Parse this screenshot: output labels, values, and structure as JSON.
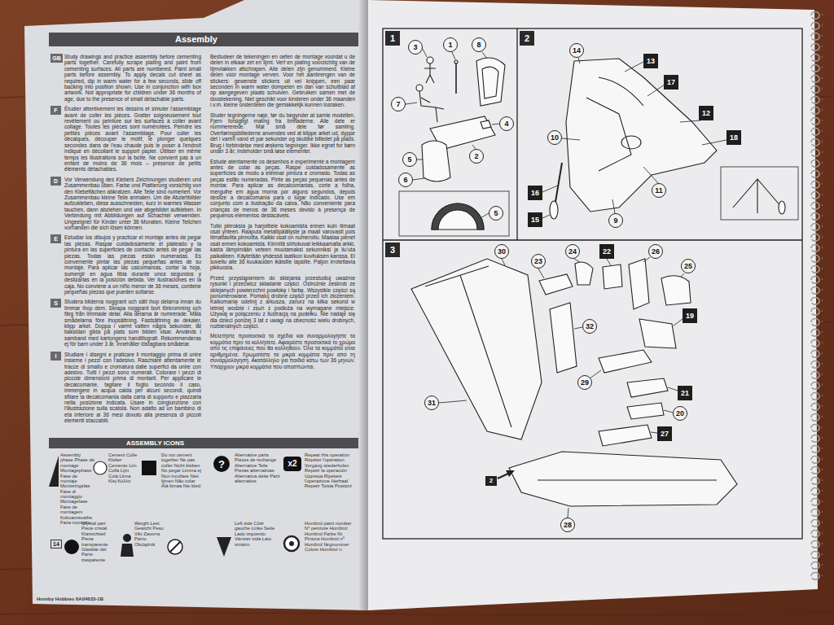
{
  "diagram": {
    "title": "Assembly",
    "nodes": [
      {
        "text": [
          "GB"
        ]
      },
      {
        "text": [
          "F"
        ]
      },
      {
        "text": [
          "D"
        ]
      },
      {
        "text": [
          "E"
        ]
      },
      {
        "text": [
          "S"
        ]
      },
      {
        "text": [
          "I"
        ]
      },
      {
        "text": [
          "ASSEMBLY ICONS"
        ]
      },
      {
        "text": [
          "?"
        ]
      },
      {
        "text": [
          "x2"
        ]
      },
      {
        "text": [
          "14"
        ]
      },
      {
        "text": [
          "1"
        ]
      },
      {
        "text": [
          "3"
        ]
      },
      {
        "text": [
          "1"
        ]
      },
      {
        "text": [
          "8"
        ]
      },
      {
        "text": [
          "7"
        ]
      },
      {
        "text": [
          "4"
        ]
      },
      {
        "text": [
          "5"
        ]
      },
      {
        "text": [
          "2"
        ]
      },
      {
        "text": [
          "6"
        ]
      },
      {
        "text": [
          "5"
        ]
      },
      {
        "text": [
          "2"
        ]
      },
      {
        "text": [
          "14"
        ]
      },
      {
        "text": [
          "13"
        ]
      },
      {
        "text": [
          "17"
        ]
      },
      {
        "text": [
          "12"
        ]
      },
      {
        "text": [
          "18"
        ]
      },
      {
        "text": [
          "10"
        ]
      },
      {
        "text": [
          "11"
        ]
      },
      {
        "text": [
          "16"
        ]
      },
      {
        "text": [
          "15"
        ]
      },
      {
        "text": [
          "9"
        ]
      },
      {
        "text": [
          "3"
        ]
      },
      {
        "text": [
          "30"
        ]
      },
      {
        "text": [
          "24"
        ]
      },
      {
        "text": [
          "22"
        ]
      },
      {
        "text": [
          "23"
        ]
      },
      {
        "text": [
          "26"
        ]
      },
      {
        "text": [
          "25"
        ]
      },
      {
        "text": [
          "19"
        ]
      },
      {
        "text": [
          "32"
        ]
      },
      {
        "text": [
          "31"
        ]
      },
      {
        "text": [
          "29"
        ]
      },
      {
        "text": [
          "21"
        ]
      },
      {
        "text": [
          "20"
        ]
      },
      {
        "text": [
          "27"
        ]
      },
      {
        "text": [
          "2"
        ]
      },
      {
        "text": [
          "28"
        ]
      }
    ],
    "labels": [
      "Study drawings and practice assembly before cementing parts together. Carefully scrape plating and paint from cementing surfaces. All parts are numbered. Paint small parts before assembly. To apply decals cut sheet as required, dip in warm water for a few seconds, slide off backing into position shown. Use in conjunction with box artwork. Not appropriate for children under 36 months of age, due to the presence of small detachable parts.",
      "Étudier attentivement les dessins et simuler l'assemblage avant de coller les pièces. Gratter soigneusement tout revêtement ou peinture sur les surfaces à coller avant collage. Toutes les pièces sont numérotées. Peindre les petites pièces avant l'assemblage. Pour coller les décalques, découper le motif, le plonger quelques secondes dans de l'eau chaude puis le poser à l'endroit indiqué en décollant le support papier. Utiliser en même temps les illustrations sur la boîte. Ne convient pas à un enfant de moins de 36 mois – présence de petits éléments détachables.",
      "Vor Verwendung des Klebers Zeichnungen studieren und Zusammenbau üben. Farbe und Plattierung vorsichtig von den Klebeflächen abkratzen. Alle Teile sind numeriert. Vor Zusammenbau kleine Teile anmalen. Um die Abziehbilder aufzukleben, diese ausschneiden, kurz in warmes Wasser tauchen, dann abziehen und wie abgebildet aufkleben. In Verbindung mit Abbildungen auf Schachtel verwenden. Ungeeignet für Kinder unter 36 Monaten. Kleine Teilchen vorhanden die sich lösen können.",
      "Estudiar los dibujos y practicar el montaje antes de pegar las piezas. Raspar cuidadosamente el plateado y la pintura en las superficies de contacto antes de pegar las piezas. Todas las piezas están numeradas. Es conveniente pintar las piezas pequeñas antes de su montaje. Para aplicar las calcomanías, cortar la hoja, sumergir en agua tibia durante unos segundos y deslizarlas en la posición debida. Ver ilustraciones en la caja. No conviene a un niño menor de 36 meses, contiene pequeñas piezas que pueden soltarse.",
      "Studera bilderna noggrant och sätt ihop delarna innan du limmar ihop dem. Skrapa noggrant bort förkromning och färg från limmade delar. Alla delarna är numrerade. Måla smådelarna före ihopsättning. Fastsättning av dekaler, klipp arket. Doppa i varmt vatten några sekunder, låt baksidan glida på plats som bilden visar. Används i samband med kartongens handlitografi. Rekommenderas ej för barn under 3 år. Innehåller löstagbara smådelar.",
      "Studiare i disegni e praticare il montaggio prima di unire insieme i pezzi con l'adesivo. Raschiare attentamente le tracce di smalto e cromatura dalle superfici da unire con adesivo. Tutti i pezzi sono numerati. Colorare i pezzi di piccole dimensioni prima di montarli. Per applicare le decalcomanie, tagliare il foglio secondo il caso, immergere in acqua calda per alcuni secondi, quindi sfilare la decalcomania dalla carta di supporto e piazzarla nella posizione indicata. Usare in congiunzione con l'illustrazione sulla scatola. Non adatto ad un bambino di età inferiore ai 36 mesi dovuto alla presenza di piccoli elementi staccabili.",
      "Bestudeer de tekeningen en oefen de montage voordat u de delen in elkaar zet en lijmt. Verf en plating voorzichtig van de lijmvlakken afschrapen. Alle delen zijn genummerd. Kleine delen vóór montage verven. Voor het aanbrengen van de stickers: gewenste stickers uit vel knippen, een paar seconden in warm water dompelen en dan van schutblad af op aangegeven plaats schuiven. Gebruiken samen met de doostekening. Niet geschikt voor kinderen onder 36 maanden i.v.m. kleine onderdelen die gemakkelijk kunnen losraken.",
      "Studer tegningerne nøje, før du begynder at samle modellen. Fjern forsigtigt maling fra limfladerne. Alle dele er nummererede. Mal små dele før samling. Overføringsbillederne anvendes ved at klippe arket ud, dyppe det i varmt vand et par sekunder og skubbe billedet på plads. Brug i forbindelse med æskens tegninger. Ikke egnet for børn under 3 år; indeholder små løse elementer.",
      "Estude atentamente os desenhos e experimente a montagem antes de colar as peças. Raspe cuidadosamente as superfícies de modo a eliminar pintura e cromado. Todas as peças estão numeradas. Pinte as peças pequenas antes de montar. Para aplicar as decalcomanias, corte a folha, mergulhe em água morna por alguns segundos, depois deslize a decalcomania para o lugar indicado. Use em conjunto com a ilustração da caixa. Não conveniente para crianças de menos de 36 meses devido à presença de pequenos elementos destacáveis.",
      "Tutki piirroksia ja harjoittele kokoamista ennen kuin liimaat osat yhteen. Raaputa metallipäällyste ja maali varovasti pois liimattavilta pinnoilta. Kaikki osat on numeroitu. Maalaa pienet osat ennen kokoamista. Kiinnitä siirtokuvat leikkaamalla arkki, kasta lämpimään veteen muutamaksi sekunniksi ja liu'uta paikalleen. Käytetään yhdessä laatikon kuvituksen kanssa. Ei sovellu alle 36 kuukauden ikäisille lapsille. Paljon irrotettavia pikkuosia.",
      "Przed przystąpieniem do sklejania przestudiuj uważnie rysunki i przećwicz składanie części. Ostrożnie zeskrob ze sklejanych powierzchni powłokę i farbę. Wszystkie części są ponumerowane. Pomaluj drobne części przed ich złożeniem. Kalkomanię odetnij z arkusza, zanurz na kilka sekund w letniej wodzie i zsuń z podłoża na wymagane miejsce. Używaj w połączeniu z ilustracją na pudełku. Nie nadaje się dla dzieci poniżej 3 lat z uwagi na obecność wielu drobnych, rozbieralnych części.",
      "Μελετήστε προσεκτικά τα σχέδια και συναρμολογήστε τα κομμάτια πριν τα κολλήσετε. Αφαιρέστε προσεκτικά το χρώμα από τις επιφάνειες που θα κολληθούν. Όλα τα κομμάτια είναι αριθμημένα. Χρωματίστε τα μικρά κομμάτια πριν από τη συναρμολόγηση. Ακατάλληλο για παιδιά κάτω των 36 μηνών. Υπάρχουν μικρά κομμάτια που αποσπώνται.",
      "Assembly phase Phase de montage Montagephase Fase de montaje Monteringsfas Fase di montaggio Montagefase Fase de montagem Kokoamisvaihe Faza montażu",
      "Cement Colle Kleber Cemento Lim Colla Lijm Cola Liima Klej Κόλλα",
      "Do not cement together Ne pas coller Nicht kleben No pegar Limma ej Non incollare Niet lijmen Não colar Älä liimaa Nie kleić",
      "Alternative parts Pièces de rechange Alternative Teile Piezas alternativas Alternativa delar Parti alternative",
      "Repeat this operation Répéter l'opération Vorgang wiederholen Repetir la operación Upprepa Ripetere l'operazione Herhaal Repetir Toista Powtórz",
      "Crystal part Pièce cristal Klarsichtteil Pieza transparente Glasklar del Parte trasparente",
      "Weight Lest Gewicht Peso Vikt Zavorra Paino Obciążnik",
      "Left side Côté gauche Linke Seite Lado izquierdo Vänster sida Lato sinistro",
      "Humbrol paint number N° peinture Humbrol Humbrol Farbe Nr. Pintura Humbrol nº Humbrol färgnummer Colore Humbrol n.",
      "Hornby Hobbies 6A04633-1B"
    ]
  }
}
